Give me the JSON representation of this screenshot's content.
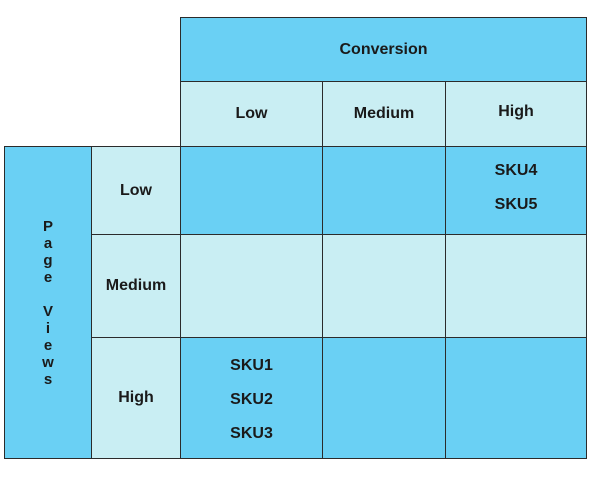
{
  "column_header": {
    "title": "Conversion",
    "levels": [
      "Low",
      "Medium",
      "High"
    ]
  },
  "row_header": {
    "title": "Page Views",
    "letters": [
      "P",
      "a",
      "g",
      "e",
      "",
      "V",
      "i",
      "e",
      "w",
      "s"
    ],
    "levels": [
      "Low",
      "Medium",
      "High"
    ]
  },
  "cells": {
    "low_low": [],
    "low_medium": [],
    "low_high": [
      "SKU4",
      "SKU5"
    ],
    "medium_low": [],
    "medium_medium": [],
    "medium_high": [],
    "high_low": [
      "SKU1",
      "SKU2",
      "SKU3"
    ],
    "high_medium": [],
    "high_high": []
  },
  "colors": {
    "dark_fill": "#6ad0f4",
    "light_fill": "#c9eef3",
    "border": "#2b2b2b"
  }
}
